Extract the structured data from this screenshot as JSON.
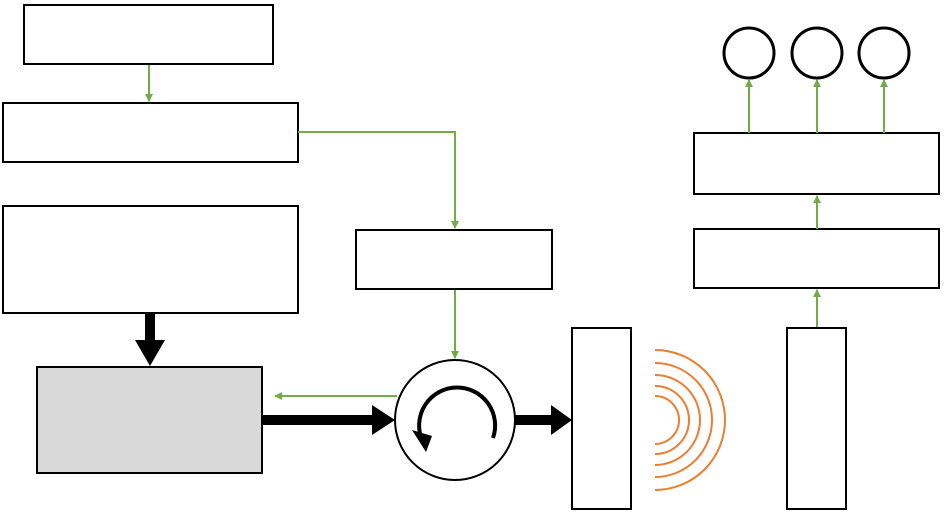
{
  "colors": {
    "block_stroke": "#000000",
    "block_fill": "#ffffff",
    "shaded_block_fill": "#d9d9d9",
    "signal_arrow": "#70ad47",
    "power_arrow": "#000000",
    "wave": "#ed7d31",
    "background": "#ffffff"
  },
  "blocks": [
    {
      "id": "block-top-left",
      "label": ""
    },
    {
      "id": "block-second-left",
      "label": ""
    },
    {
      "id": "block-large-left",
      "label": ""
    },
    {
      "id": "block-shaded",
      "label": ""
    },
    {
      "id": "block-middle",
      "label": ""
    },
    {
      "id": "block-right-upper",
      "label": ""
    },
    {
      "id": "block-right-lower",
      "label": ""
    },
    {
      "id": "block-tx-panel",
      "label": ""
    },
    {
      "id": "block-rx-panel",
      "label": ""
    }
  ],
  "circulator": {
    "label": ""
  },
  "outputs": [
    {
      "id": "output-1",
      "label": ""
    },
    {
      "id": "output-2",
      "label": ""
    },
    {
      "id": "output-3",
      "label": ""
    }
  ],
  "wave_arcs": 5
}
